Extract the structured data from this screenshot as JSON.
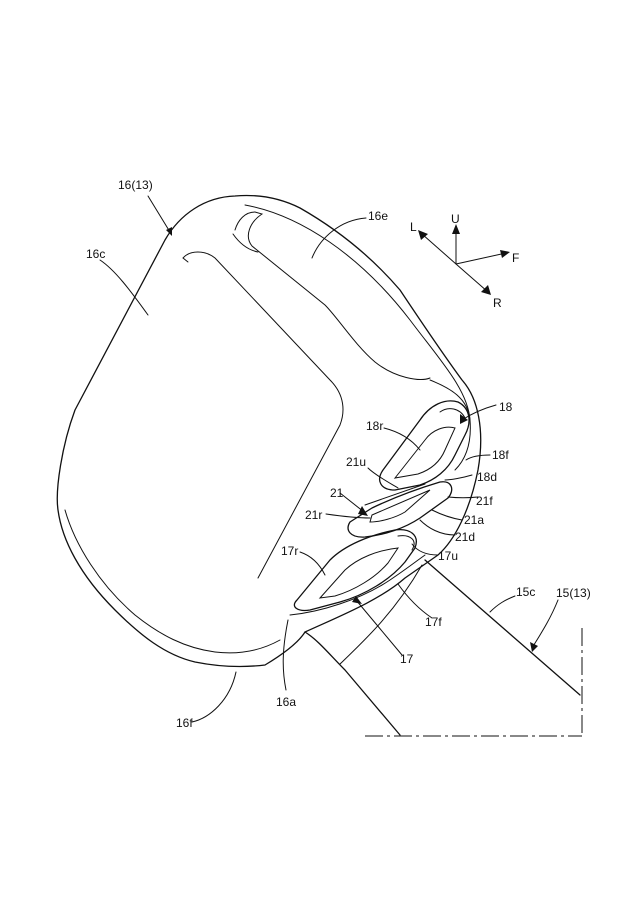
{
  "labels": {
    "l_16_13": "16(13)",
    "l_16e": "16e",
    "l_16c": "16c",
    "l_L": "L",
    "l_U": "U",
    "l_F": "F",
    "l_R": "R",
    "l_18": "18",
    "l_18r": "18r",
    "l_18f": "18f",
    "l_18d": "18d",
    "l_21u": "21u",
    "l_21": "21",
    "l_21f": "21f",
    "l_21r": "21r",
    "l_21a": "21a",
    "l_21d": "21d",
    "l_17r": "17r",
    "l_17u": "17u",
    "l_15c": "15c",
    "l_15_13": "15(13)",
    "l_17f": "17f",
    "l_17": "17",
    "l_16a": "16a",
    "l_16f": "16f"
  }
}
